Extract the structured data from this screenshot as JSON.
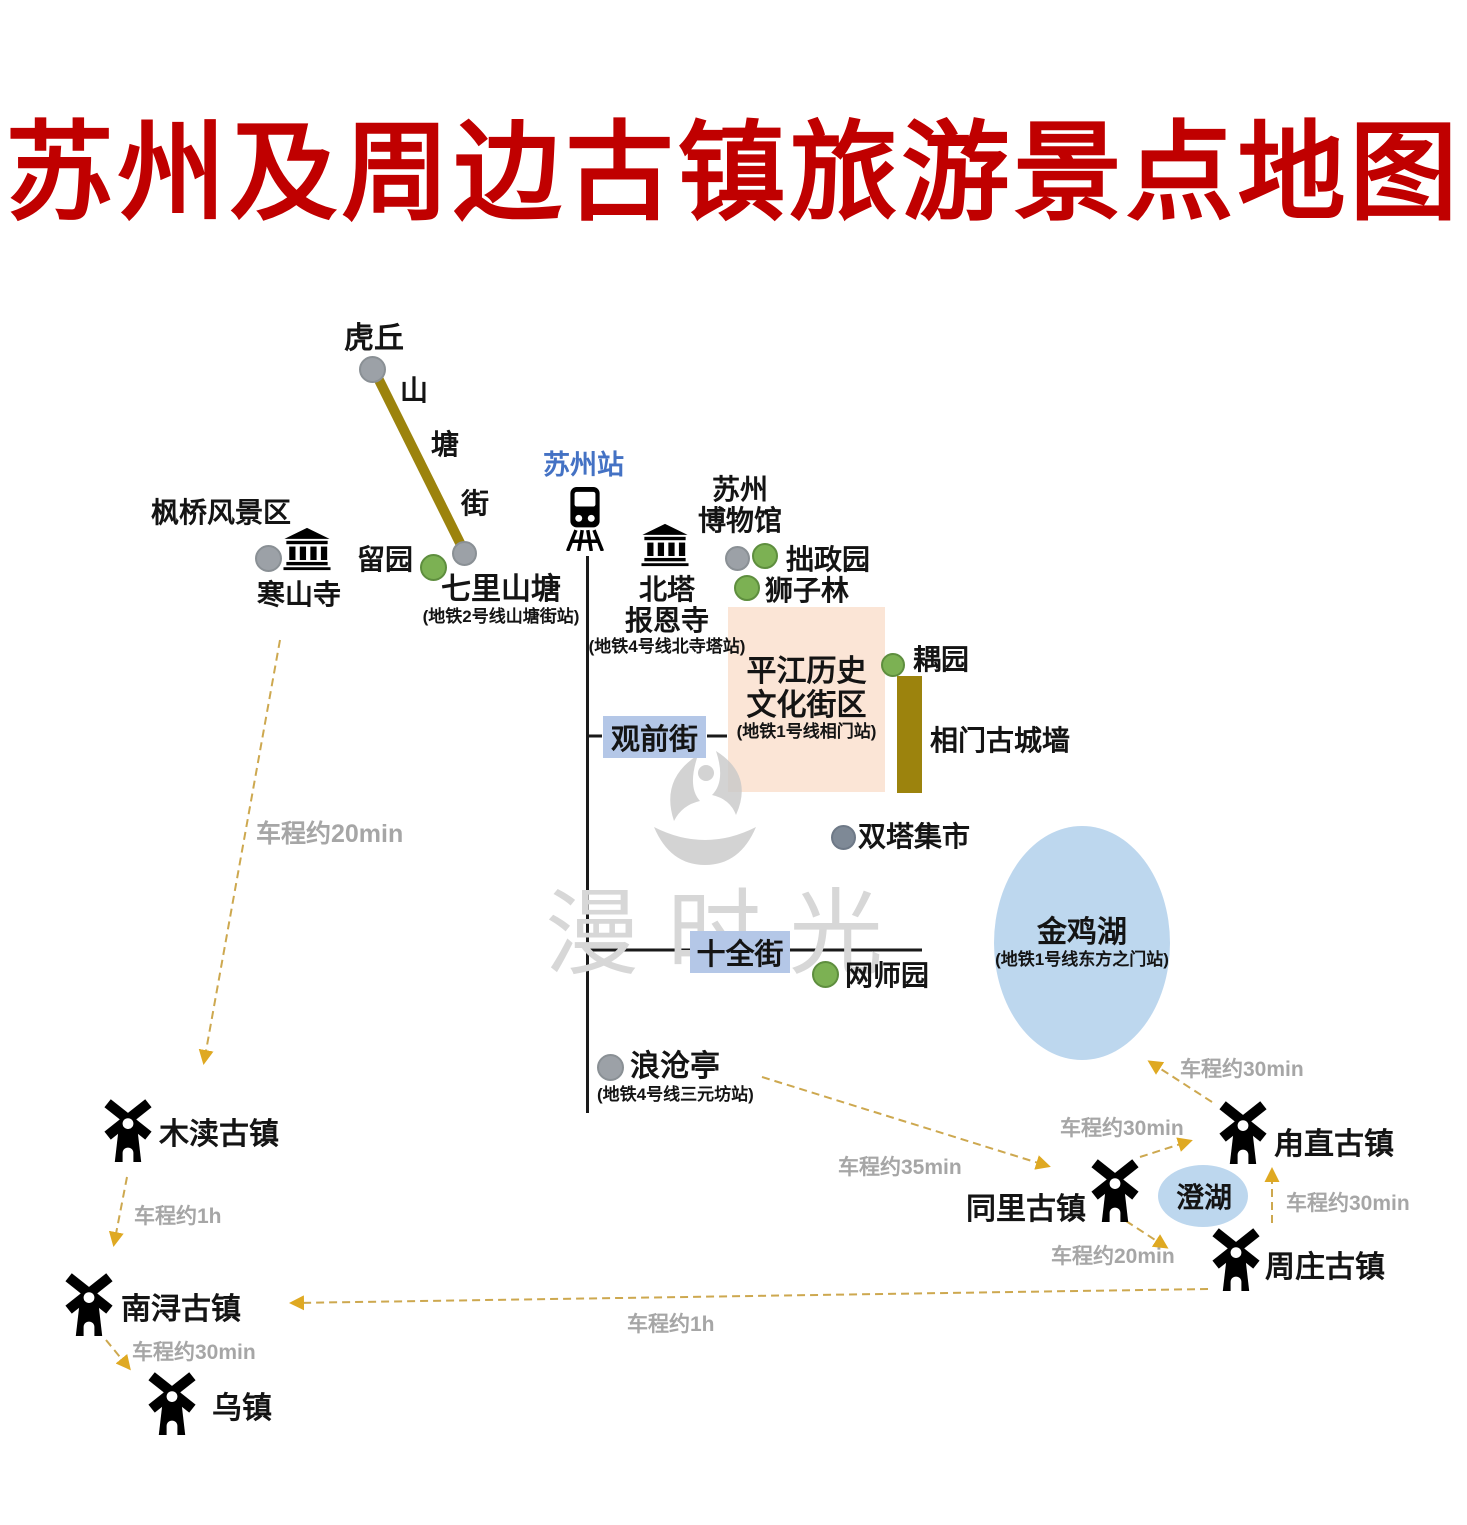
{
  "title": "苏州及周边古镇旅游景点地图",
  "watermark": {
    "text": "漫时光"
  },
  "station": {
    "label": "苏州站"
  },
  "streets": {
    "shantang": {
      "chars": [
        "山",
        "塘",
        "街"
      ]
    },
    "guanqian": {
      "label": "观前街"
    },
    "shiquan": {
      "label": "十全街"
    }
  },
  "spots": {
    "huqiu": {
      "name": "虎丘"
    },
    "fengqiao": {
      "name": "枫桥风景区"
    },
    "hanshansi": {
      "name": "寒山寺"
    },
    "liuyuan": {
      "name": "留园"
    },
    "qilishantang": {
      "name": "七里山塘",
      "metro": "(地铁2号线山塘街站)"
    },
    "beita": {
      "line1": "北塔",
      "line2": "报恩寺",
      "metro": "(地铁4号线北寺塔站)"
    },
    "museum": {
      "line1": "苏州",
      "line2": "博物馆"
    },
    "zhuozhengyuan": {
      "name": "拙政园"
    },
    "shizilin": {
      "name": "狮子林"
    },
    "ouyuan": {
      "name": "耦园"
    },
    "pingjiang": {
      "line1": "平江历史",
      "line2": "文化街区",
      "metro": "(地铁1号线相门站)"
    },
    "xiangmen": {
      "name": "相门古城墙"
    },
    "shuangta": {
      "name": "双塔集市"
    },
    "wangshiyuan": {
      "name": "网师园"
    },
    "canglangting": {
      "name": "浪沧亭",
      "metro": "(地铁4号线三元坊站)"
    },
    "jinjihu": {
      "name": "金鸡湖",
      "metro": "(地铁1号线东方之门站)"
    },
    "chenghu": {
      "name": "澄湖"
    }
  },
  "towns": {
    "mudu": {
      "name": "木渎古镇"
    },
    "nanxun": {
      "name": "南浔古镇"
    },
    "wuzhen": {
      "name": "乌镇"
    },
    "tongli": {
      "name": "同里古镇"
    },
    "luzhi": {
      "name": "甪直古镇"
    },
    "zhouzhuang": {
      "name": "周庄古镇"
    }
  },
  "routes": {
    "hanshansi_to_mudu": {
      "label": "车程约20min"
    },
    "mudu_to_nanxun": {
      "label": "车程约1h"
    },
    "nanxun_to_wuzhen": {
      "label": "车程约30min"
    },
    "zhouzhuang_to_nanxun": {
      "label": "车程约1h"
    },
    "canglangting_to_tongli": {
      "label": "车程约35min"
    },
    "tongli_to_luzhi": {
      "label": "车程约30min"
    },
    "luzhi_to_jinjihu": {
      "label": "车程约30min"
    },
    "zhouzhuang_to_luzhi": {
      "label": "车程约30min"
    },
    "tongli_to_zhouzhuang": {
      "label": "车程约20min"
    }
  },
  "colors": {
    "title_red": "#C00000",
    "station_blue": "#4472C4",
    "road_olive": "#9C830D",
    "lake_blue": "#BDD7EE",
    "street_label_blue": "#B4C7E7",
    "district_pink": "#FBE5D6",
    "garden_green": "#7CB153",
    "spot_gray": "#9CA1A7",
    "route_gold": "#CDA84F",
    "travel_text_gray": "#A6A6A6"
  }
}
